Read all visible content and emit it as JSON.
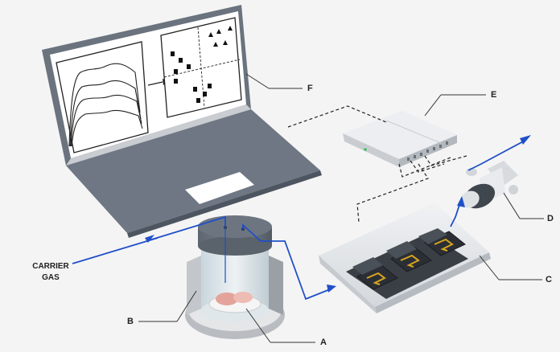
{
  "labels": {
    "a": "A",
    "b": "B",
    "c": "C",
    "d": "D",
    "e": "E",
    "f": "F",
    "carrier_line1": "CARRIER",
    "carrier_line2": "GAS"
  },
  "colors": {
    "background": "#f4f4f4",
    "gas_flow": "#1f4fc8",
    "laptop_body": "#6e7783",
    "laptop_dark": "#4d5560",
    "chamber_gray": "#8a9097",
    "device_light": "#e7e9ec",
    "sensor_gold": "#d9a520",
    "sensor_dark": "#2b2f35"
  },
  "icons": {
    "laptop": "laptop-icon",
    "router": "data-logger-icon",
    "pump": "pump-icon",
    "chamber": "sample-chamber-icon",
    "sensor_array": "sensor-array-icon"
  }
}
